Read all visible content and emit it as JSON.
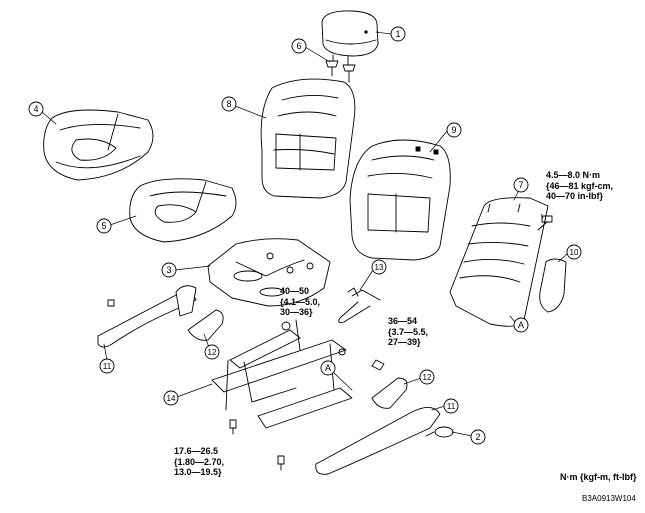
{
  "figure": {
    "units_note": "N·m {kgf-m, ft-lbf}",
    "code": "B3A0913W104"
  },
  "callouts": [
    {
      "id": "c1",
      "label": "1"
    },
    {
      "id": "c2",
      "label": "2"
    },
    {
      "id": "c3",
      "label": "3"
    },
    {
      "id": "c4",
      "label": "4"
    },
    {
      "id": "c5",
      "label": "5"
    },
    {
      "id": "c6",
      "label": "6"
    },
    {
      "id": "c7",
      "label": "7"
    },
    {
      "id": "c8",
      "label": "8"
    },
    {
      "id": "c9",
      "label": "9"
    },
    {
      "id": "c10",
      "label": "10"
    },
    {
      "id": "c11a",
      "label": "11"
    },
    {
      "id": "c11b",
      "label": "11"
    },
    {
      "id": "c12a",
      "label": "12"
    },
    {
      "id": "c12b",
      "label": "12"
    },
    {
      "id": "c13",
      "label": "13"
    },
    {
      "id": "c14",
      "label": "14"
    }
  ],
  "reference_marks": [
    {
      "id": "ref-a1",
      "label": "A"
    },
    {
      "id": "ref-a2",
      "label": "A"
    }
  ],
  "torque_specs": [
    {
      "id": "t1",
      "lines": [
        "4.5—8.0 N·m",
        "{46—81 kgf-cm,",
        "40—70 in-lbf}"
      ]
    },
    {
      "id": "t2",
      "lines": [
        "40—50",
        "{4.1—5.0,",
        "30—36}"
      ]
    },
    {
      "id": "t3",
      "lines": [
        "36—54",
        "{3.7—5.5,",
        "27—39}"
      ]
    },
    {
      "id": "t4",
      "lines": [
        "17.6—26.5",
        "{1.80—2.70,",
        "13.0—19.5}"
      ]
    }
  ]
}
